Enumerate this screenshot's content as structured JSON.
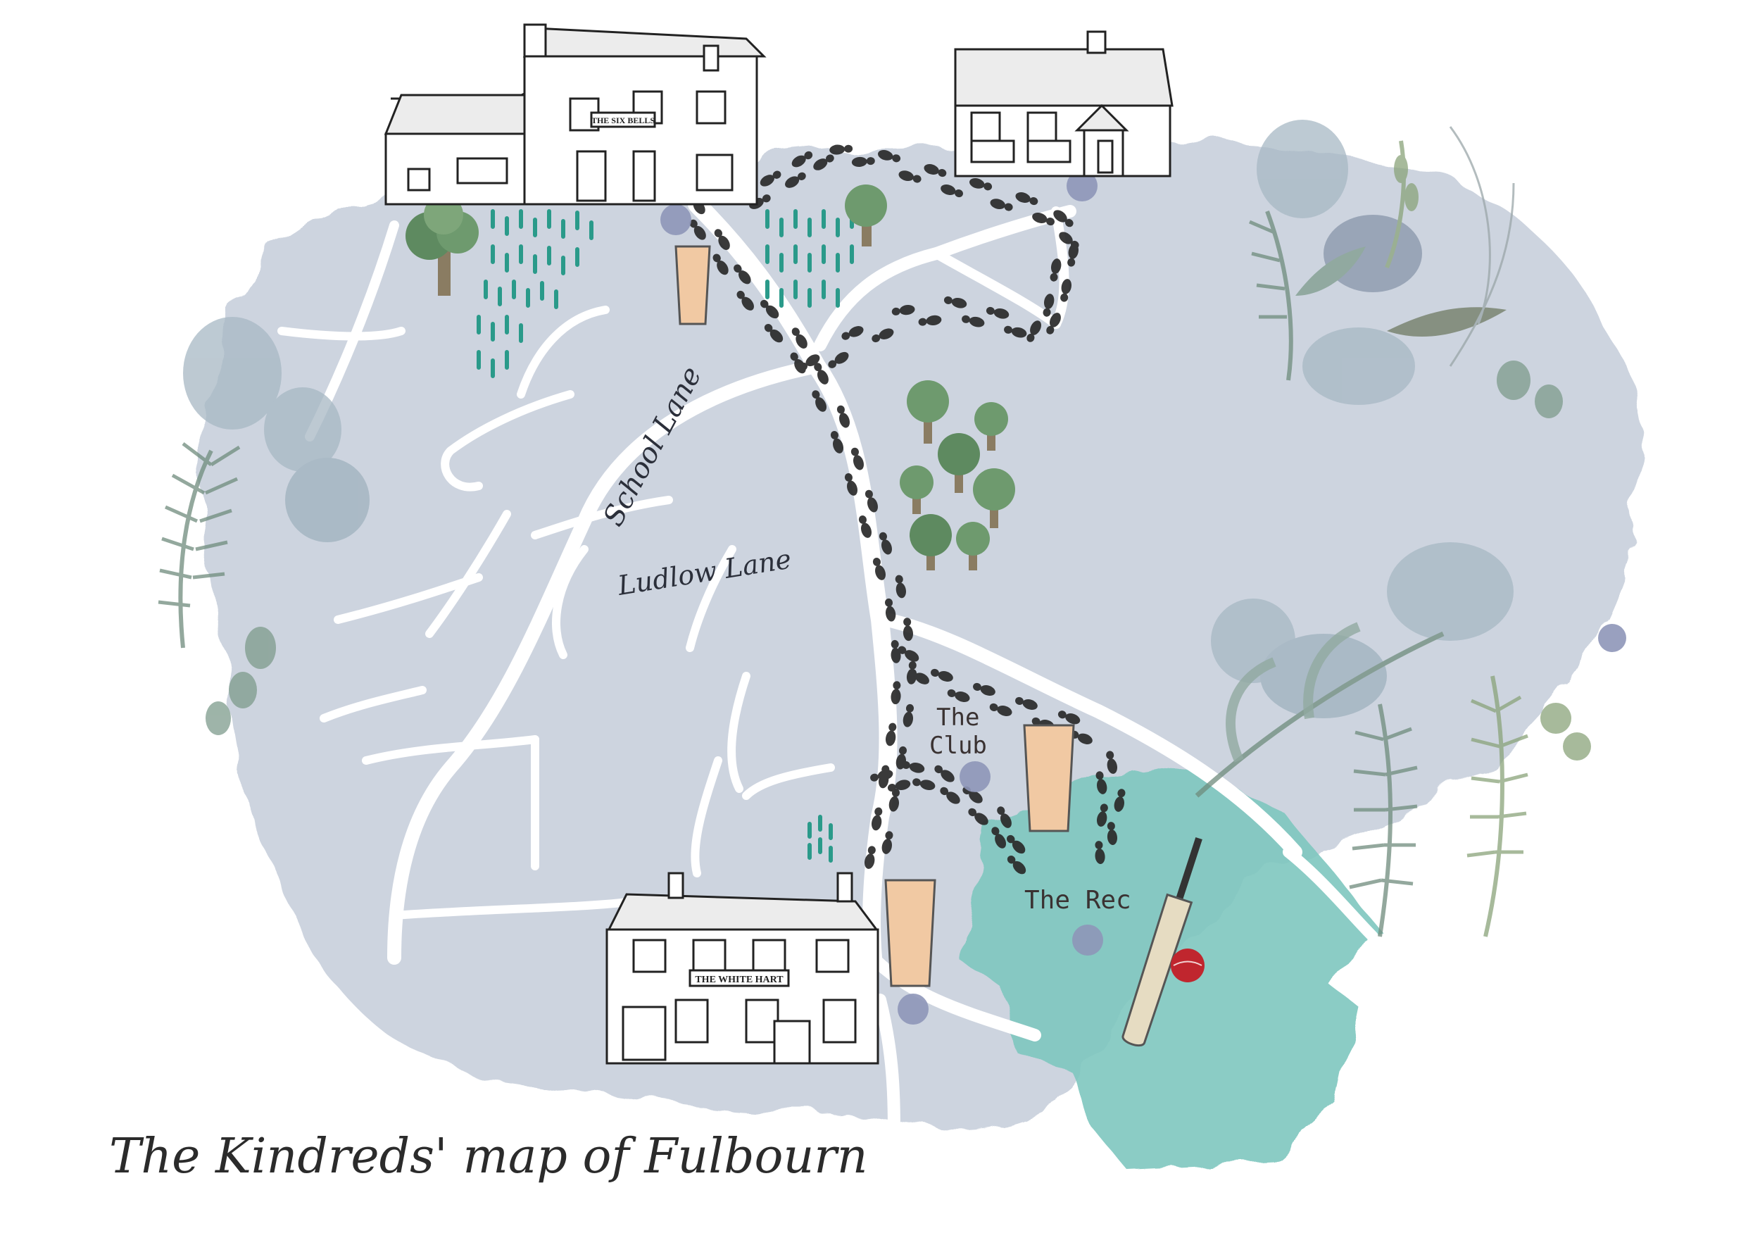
{
  "map": {
    "title": "The Kindreds' map of Fulbourn",
    "streets": [
      {
        "id": "school-lane",
        "label": "School Lane"
      },
      {
        "id": "ludlow-lane",
        "label": "Ludlow Lane"
      }
    ],
    "places": [
      {
        "id": "the-club",
        "label": "The\nClub"
      },
      {
        "id": "the-rec",
        "label": "The Rec"
      }
    ],
    "buildings": [
      {
        "id": "six-bells",
        "sign": "THE SIX BELLS"
      },
      {
        "id": "white-hart",
        "sign": "THE WHITE HART"
      },
      {
        "id": "cottage"
      }
    ],
    "colors": {
      "land_wash": "#c9d0dc",
      "road": "#ffffff",
      "rec_green": "#7fc7bf",
      "footprints": "#2a2a2a",
      "beer": "#f1c9a3",
      "marker": "#8e96b8",
      "foliage": "#6f8c7d",
      "tree": "#5e8a60",
      "grass_dash": "#2a9a8a",
      "cricket_ball": "#c0262e"
    },
    "icons": [
      "pint-glass-icon",
      "cricket-bat-icon",
      "cricket-ball-icon",
      "tree-icon",
      "footprints-icon",
      "location-dot-icon"
    ]
  }
}
